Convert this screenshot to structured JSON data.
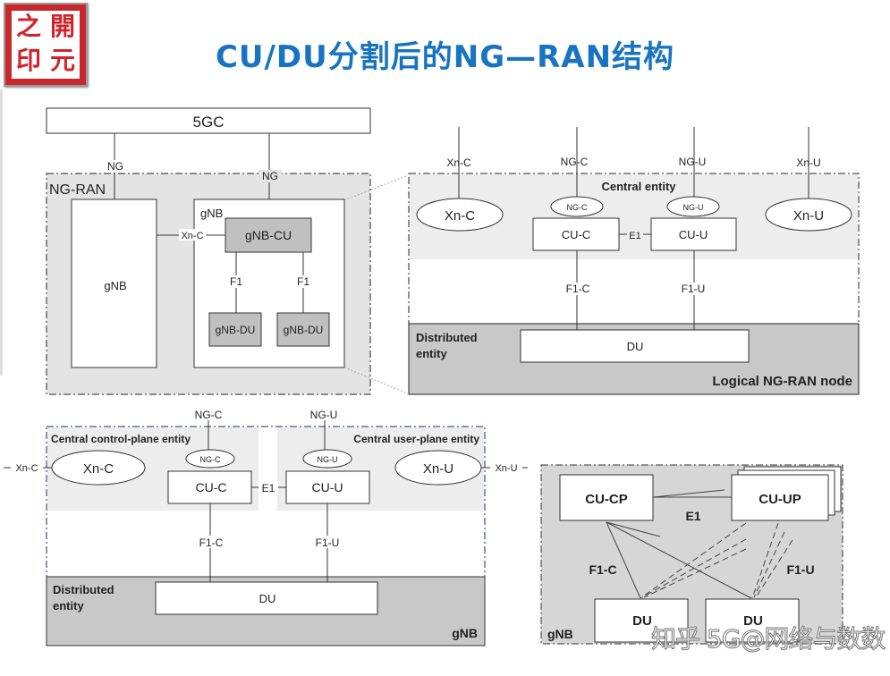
{
  "logo": {
    "chars": [
      "之",
      "開",
      "印",
      "元"
    ]
  },
  "title": "CU/DU分割后的NG—RAN结构",
  "watermark": "知乎 5G@网络与数数",
  "colors": {
    "title": "#1874c0",
    "logo_red": "#c8272d",
    "panel_light": "#e6e6e6",
    "panel_dark": "#c8c8c8",
    "node_gray": "#c0c0c0"
  },
  "diagram1": {
    "core": "5GC",
    "ng_left": "NG",
    "ng_right": "NG",
    "region": "NG-RAN",
    "gnb_left": "gNB",
    "gnb_right": "gNB",
    "xn": "Xn-C",
    "cu": "gNB-CU",
    "f1_left": "F1",
    "f1_right": "F1",
    "du_left": "gNB-DU",
    "du_right": "gNB-DU"
  },
  "diagram2": {
    "xn_c_top": "Xn-C",
    "ng_c_top": "NG-C",
    "ng_u_top": "NG-U",
    "xn_u_top": "Xn-U",
    "central": "Central entity",
    "xn_c_ellipse": "Xn-C",
    "ng_c_ellipse": "NG-C",
    "ng_u_ellipse": "NG-U",
    "xn_u_ellipse": "Xn-U",
    "cu_c": "CU-C",
    "cu_u": "CU-U",
    "e1": "E1",
    "f1_c": "F1-C",
    "f1_u": "F1-U",
    "distributed_1": "Distributed",
    "distributed_2": "entity",
    "du": "DU",
    "node_label": "Logical NG-RAN node"
  },
  "diagram3": {
    "ng_c_top": "NG-C",
    "ng_u_top": "NG-U",
    "cp_entity": "Central control-plane entity",
    "up_entity": "Central user-plane entity",
    "xn_c_side": "Xn-C",
    "xn_u_side": "Xn-U",
    "xn_c_ellipse": "Xn-C",
    "xn_u_ellipse": "Xn-U",
    "ng_c_ellipse": "NG-C",
    "ng_u_ellipse": "NG-U",
    "cu_c": "CU-C",
    "cu_u": "CU-U",
    "e1": "E1",
    "f1_c": "F1-C",
    "f1_u": "F1-U",
    "distributed_1": "Distributed",
    "distributed_2": "entity",
    "du": "DU",
    "node_label": "gNB"
  },
  "diagram4": {
    "cu_cp": "CU-CP",
    "cu_up": "CU-UP",
    "e1": "E1",
    "f1_c": "F1-C",
    "f1_u": "F1-U",
    "du_left": "DU",
    "du_right": "DU",
    "node_label": "gNB"
  }
}
